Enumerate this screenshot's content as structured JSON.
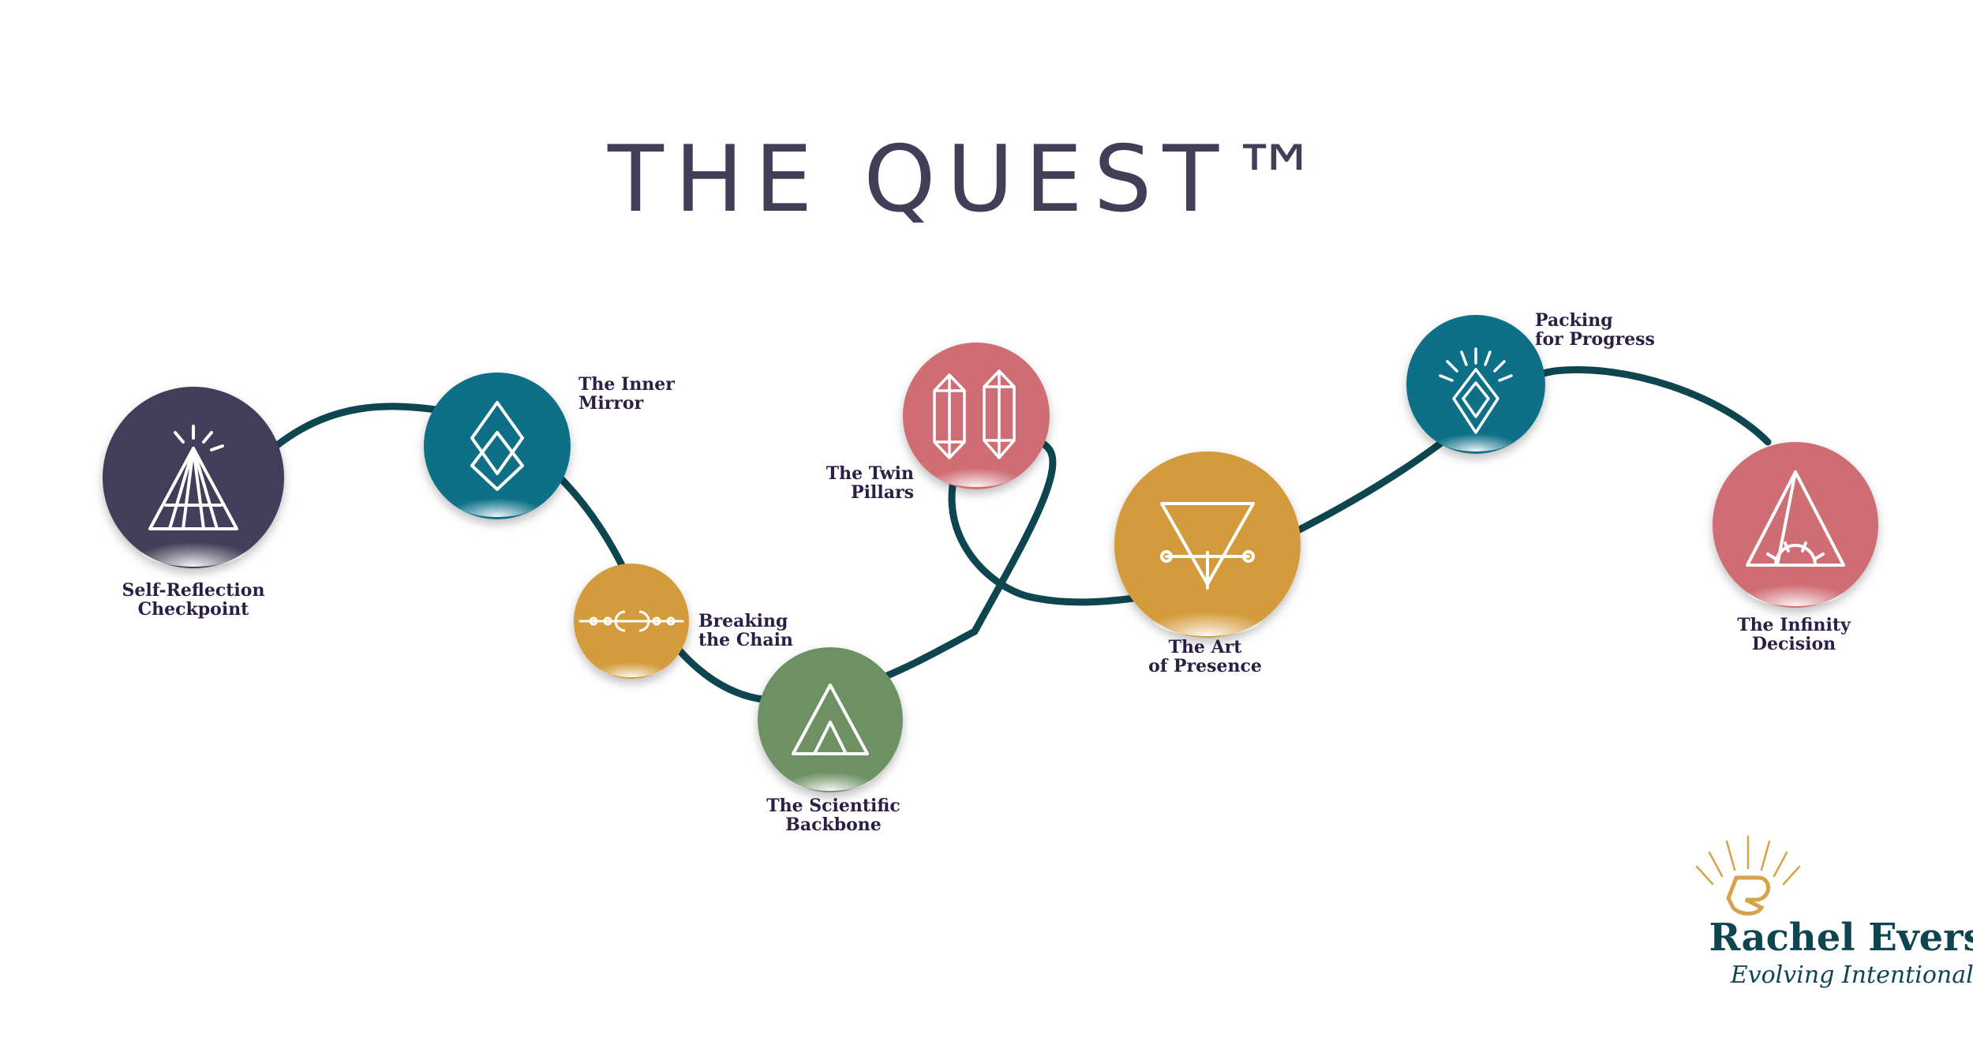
{
  "title": "THE QUEST™",
  "colors": {
    "path": "#0e4650",
    "dark": "#433e58",
    "teal": "#0b6f87",
    "gold": "#d39b3b",
    "rose": "#cf6d75",
    "sage": "#6d9163",
    "label": "#2c1e45",
    "brand": "#0f4551",
    "brand_gold": "#d6a24a"
  },
  "stations": [
    {
      "id": "self-reflection",
      "label": "Self-Reflection\nCheckpoint",
      "color": "dark",
      "icon": "pyramid-rays-icon"
    },
    {
      "id": "inner-mirror",
      "label": "The Inner\nMirror",
      "color": "teal",
      "icon": "double-diamond-icon"
    },
    {
      "id": "breaking-chain",
      "label": "Breaking\nthe Chain",
      "color": "gold",
      "icon": "moon-chain-icon"
    },
    {
      "id": "scientific-backbone",
      "label": "The Scientific\nBackbone",
      "color": "sage",
      "icon": "twin-mountains-icon"
    },
    {
      "id": "twin-pillars",
      "label": "The Twin\nPillars",
      "color": "rose",
      "icon": "twin-crystals-icon"
    },
    {
      "id": "art-of-presence",
      "label": "The Art\nof Presence",
      "color": "gold",
      "icon": "alchemy-triangle-icon"
    },
    {
      "id": "packing-progress",
      "label": "Packing\nfor Progress",
      "color": "teal",
      "icon": "radiant-diamond-icon"
    },
    {
      "id": "infinity-decision",
      "label": "The Infinity\nDecision",
      "color": "rose",
      "icon": "mountain-sunrise-icon"
    }
  ],
  "brand": {
    "name": "Rachel Evers",
    "tagline": "Evolving Intentionally",
    "logo": "sunburst-r-logo-icon"
  }
}
